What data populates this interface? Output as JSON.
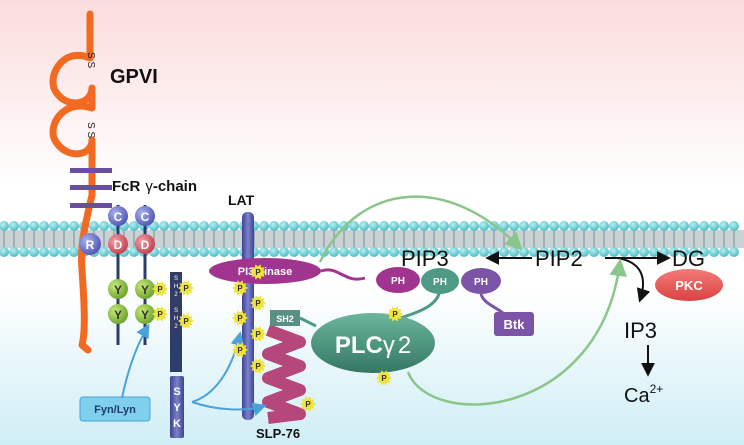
{
  "labels": {
    "gpvi": "GPVI",
    "fcr_prefix": "FcR",
    "fcr_gamma": "γ",
    "fcr_suffix": "-chain",
    "lat": "LAT",
    "pi3k": "PI3-kinase",
    "pip3": "PIP3",
    "pip2": "PIP2",
    "dg": "DG",
    "pkc": "PKC",
    "ip3": "IP3",
    "ca": "Ca",
    "ca_sup": "2+",
    "btk": "Btk",
    "plc": "PLC",
    "plc_gamma": "γ",
    "plc_num": "2",
    "sh2": "SH2",
    "ph": "PH",
    "fyn_lyn": "Fyn/Lyn",
    "slp76": "SLP-76",
    "syk_letters": [
      "S",
      "Y",
      "K"
    ],
    "syk_sh2_letters": [
      "S",
      "H",
      "2"
    ],
    "ss": "S S",
    "c": "C",
    "d": "D",
    "r": "R",
    "y": "Y",
    "p": "P"
  },
  "colors": {
    "gpvi": "#f26a22",
    "fcr_bar": "#6a4fa0",
    "membrane_head": "#6ccfd6",
    "membrane_tail": "#9ca9ae",
    "lat": "#5b5fae",
    "plc": "#4f9a84",
    "pi3k": "#a1348f",
    "btk": "#7b54a8",
    "pkc": "#e95a5a",
    "slp76": "#b5477a",
    "green_arrow": "#8ac58a",
    "blue_arrow": "#4aa2d9",
    "phospho": "#f0e33b"
  }
}
